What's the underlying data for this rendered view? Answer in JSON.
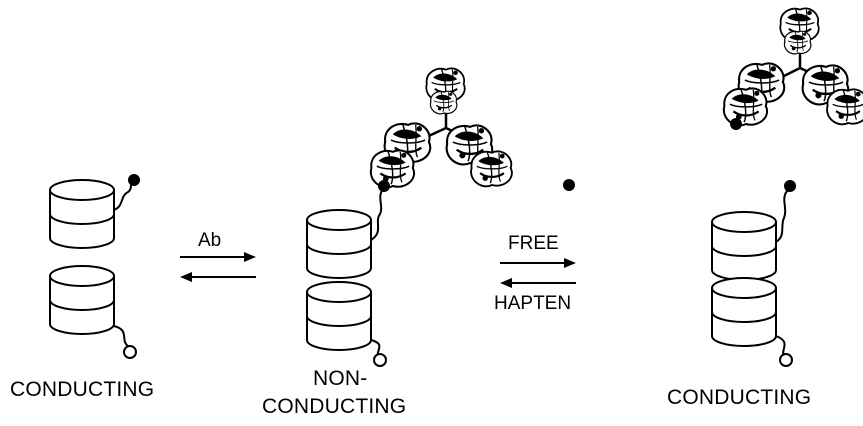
{
  "labels": {
    "left_state": "CONDUCTING",
    "middle_state_line1": "NON-",
    "middle_state_line2": "CONDUCTING",
    "right_state": "CONDUCTING",
    "reaction1_top": "Ab",
    "reaction2_top": "FREE",
    "reaction2_bottom": "HAPTEN"
  },
  "icons": [
    "ion-channel-dimer",
    "hapten-dot",
    "antibody",
    "equilibrium-arrows"
  ],
  "colors": {
    "ink": "#000000",
    "background": "#ffffff"
  }
}
